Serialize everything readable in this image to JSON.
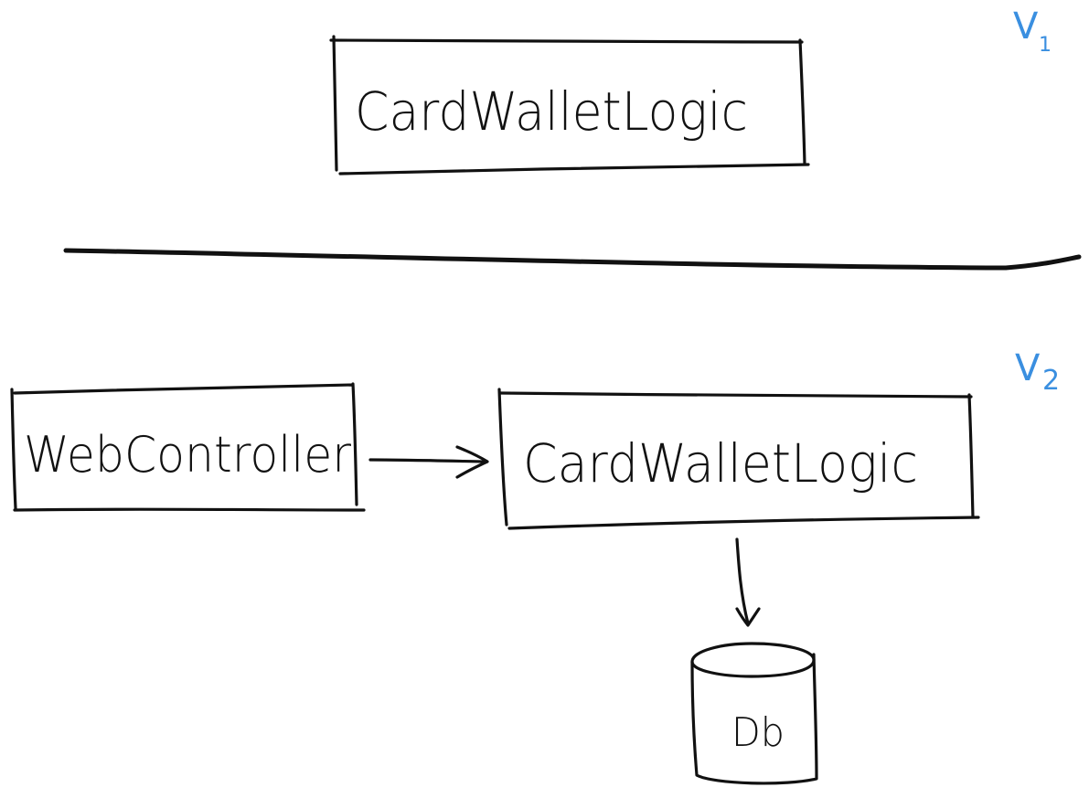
{
  "diagram": {
    "versions": {
      "v1": {
        "letter": "V",
        "subscript": "1"
      },
      "v2": {
        "letter": "V",
        "subscript": "2"
      }
    },
    "nodes": {
      "v1_logic": "CardWalletLogic",
      "web_controller": "WebController",
      "v2_logic": "CardWalletLogic",
      "db": "Db"
    },
    "edges": [
      {
        "from": "web_controller",
        "to": "v2_logic"
      },
      {
        "from": "v2_logic",
        "to": "db"
      }
    ],
    "colors": {
      "ink": "#111111",
      "version_label": "#3a8fe0"
    }
  }
}
